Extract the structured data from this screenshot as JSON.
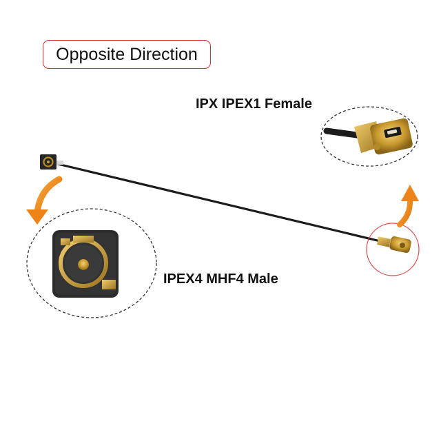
{
  "title": "Opposite Direction",
  "labels": {
    "female": "IPX IPEX1 Female",
    "male": "IPEX4 MHF4 Male"
  },
  "colors": {
    "cable": "#1a1a1a",
    "gold": "#c9a23a",
    "arrow": "#f08a1c",
    "highlight_circle": "#d62b2b",
    "dashed_ellipse": "#333333"
  }
}
